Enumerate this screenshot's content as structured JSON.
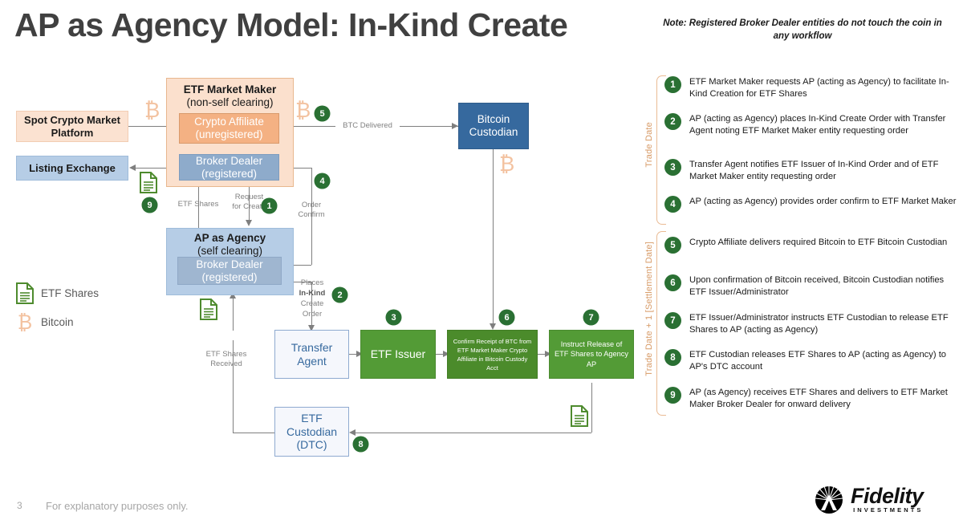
{
  "header": {
    "title": "AP as Agency Model: In-Kind Create",
    "note": "Note: Registered Broker Dealer entities do not touch the coin in any workflow"
  },
  "diagram": {
    "boxes": {
      "spot_crypto": "Spot Crypto Market Platform",
      "listing_exchange": "Listing Exchange",
      "mm_title": "ETF Market Maker",
      "mm_sub": "(non-self clearing)",
      "crypto_affiliate": "Crypto Affiliate\n(unregistered)",
      "mm_broker_dealer": "Broker Dealer\n(registered)",
      "ap_title": "AP as Agency",
      "ap_sub": "(self clearing)",
      "ap_broker_dealer": "Broker Dealer\n(registered)",
      "bitcoin_custodian": "Bitcoin\nCustodian",
      "transfer_agent": "Transfer\nAgent",
      "etf_issuer": "ETF Issuer",
      "confirm_receipt": "Confirm Receipt of BTC from ETF Market Maker Crypto Affiliate in Bitcoin Custody Acct",
      "instruct_release": "Instruct Release of ETF Shares to Agency AP",
      "etf_custodian": "ETF\nCustodian\n(DTC)"
    },
    "edge_labels": {
      "btc_delivered": "BTC Delivered",
      "etf_shares": "ETF Shares",
      "request_for_create": "Request\nfor Create",
      "order_confirm": "Order\nConfirm",
      "places_in_kind_line1": "Places",
      "places_in_kind_line2": "In-Kind",
      "places_in_kind_line3": "Create",
      "places_in_kind_line4": "Order",
      "etf_shares_received": "ETF Shares\nReceived"
    },
    "key": [
      {
        "icon": "document-icon",
        "label": "ETF Shares"
      },
      {
        "icon": "bitcoin-icon",
        "label": "Bitcoin"
      }
    ],
    "step_markers": [
      "1",
      "2",
      "3",
      "4",
      "5",
      "6",
      "7",
      "8",
      "9"
    ]
  },
  "steps": {
    "groups": [
      {
        "label": "Trade Date",
        "items": [
          "1",
          "2",
          "3",
          "4"
        ]
      },
      {
        "label": "Trade Date + 1 [Settlement Date]",
        "items": [
          "5",
          "6",
          "7",
          "8",
          "9"
        ]
      }
    ],
    "items": [
      {
        "n": "1",
        "text": "ETF Market Maker requests AP (acting as Agency) to facilitate In-Kind Creation for ETF Shares"
      },
      {
        "n": "2",
        "text": "AP (acting as Agency) places In-Kind Create Order with Transfer Agent noting ETF Market Maker entity requesting order"
      },
      {
        "n": "3",
        "text": "Transfer Agent notifies ETF Issuer of In-Kind Order and of ETF Market Maker entity requesting order"
      },
      {
        "n": "4",
        "text": "AP (acting as Agency) provides order confirm to ETF Market Maker"
      },
      {
        "n": "5",
        "text": "Crypto Affiliate delivers required Bitcoin to ETF Bitcoin Custodian"
      },
      {
        "n": "6",
        "text": "Upon confirmation of Bitcoin received, Bitcoin Custodian notifies ETF Issuer/Administrator"
      },
      {
        "n": "7",
        "text": "ETF Issuer/Administrator instructs ETF Custodian to release ETF Shares to AP (acting as Agency)"
      },
      {
        "n": "8",
        "text": "ETF Custodian releases ETF Shares to AP (acting as Agency) to AP's DTC account"
      },
      {
        "n": "9",
        "text": "AP (as Agency) receives ETF Shares and delivers to ETF Market Maker Broker Dealer for onward delivery"
      }
    ]
  },
  "footer": {
    "page_number": "3",
    "disclaimer": "For explanatory purposes only.",
    "brand": "Fidelity",
    "brand_sub": "INVESTMENTS"
  },
  "colors": {
    "green": "#539b36",
    "step_green": "#2a7033",
    "navy": "#36699e",
    "peach": "#fbe2d1",
    "orange": "#f4b183",
    "blue_light": "#b6cde6",
    "bracket": "#eabb94",
    "muted": "#808080"
  }
}
